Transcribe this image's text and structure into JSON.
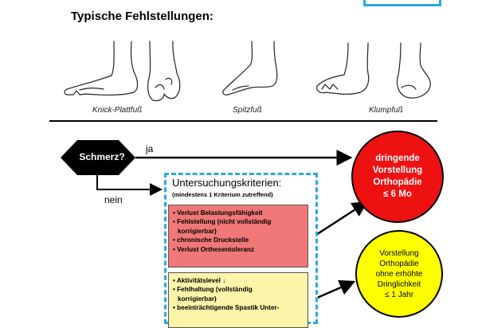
{
  "heading": "Typische Fehlstellungen:",
  "captions": {
    "knick": "Knick-Plattfuß",
    "spitz": "Spitzfuß",
    "klump": "Klumpfuß"
  },
  "decision": {
    "question": "Schmerz?",
    "yes": "ja",
    "no": "nein"
  },
  "kriterien": {
    "title": "Untersuchungskriterien:",
    "subtitle": "(mindestens 1 Kriterium zutreffend)",
    "red_items": [
      "• Verlust Belastungsfähigkeit",
      "• Fehlstellung (nicht vollständig",
      "  korrigierbar)",
      "• chronische Druckstelle",
      "• Verlust Orthesentoleranz"
    ],
    "yellow_items": [
      "• Aktivitätslevel ↓",
      "• Fehlhaltung (vollständig",
      "  korrigierbar)",
      "• beeinträchtigende Spastik Unter-"
    ]
  },
  "urgent": {
    "lines": [
      "dringende",
      "Vorstellung",
      "Orthopädie",
      "≤ 6 Mo"
    ]
  },
  "routine": {
    "lines": [
      "Vorstellung",
      "Orthopädie",
      "ohne erhöhte",
      "Dringlichkeit",
      "≤ 1 Jahr"
    ]
  },
  "colors": {
    "accent_blue": "#29a8e0",
    "urgent_red": "#ee1111",
    "routine_yellow": "#ffff00",
    "red_box": "#f07878",
    "yellow_box": "#fcf4a8"
  }
}
